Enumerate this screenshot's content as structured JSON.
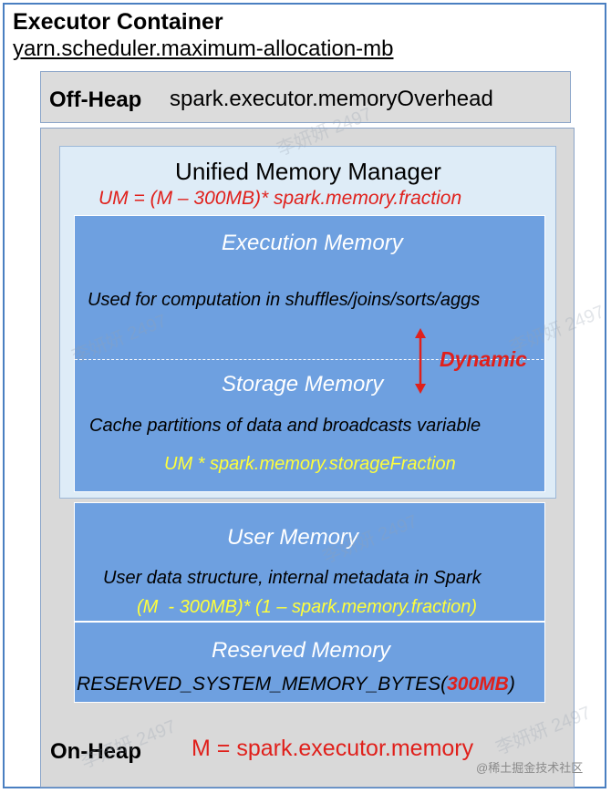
{
  "outer": {
    "title": "Executor Container",
    "subtitle": "yarn.scheduler.maximum-allocation-mb"
  },
  "off_heap": {
    "label": "Off-Heap",
    "value": "spark.executor.memoryOverhead"
  },
  "unified": {
    "title": "Unified Memory Manager",
    "formula": "UM = (M – 300MB)* spark.memory.fraction"
  },
  "execution": {
    "title": "Execution Memory",
    "description": "Used for computation in shuffles/joins/sorts/aggs"
  },
  "dynamic_label": "Dynamic",
  "storage": {
    "title": "Storage Memory",
    "description": "Cache partitions of data and broadcasts variable",
    "formula": "UM * spark.memory.storageFraction"
  },
  "user": {
    "title": "User Memory",
    "description": "User data structure, internal metadata in Spark",
    "formula": "(M  - 300MB)* (1 – spark.memory.fraction)"
  },
  "reserved": {
    "title": "Reserved Memory",
    "constant_prefix": "RESERVED_SYSTEM_MEMORY_BYTES(",
    "constant_value": "300MB",
    "constant_suffix": ")"
  },
  "on_heap": {
    "label": "On-Heap",
    "formula": "M = spark.executor.memory"
  },
  "watermarks": {
    "text": "李妍妍 2497",
    "credit": "@稀土掘金技术社区"
  },
  "colors": {
    "blue_block": "#6ea0e0",
    "unified_bg": "#deecf7",
    "gray_bg": "#d9d9d9",
    "accent_red": "#e0201b",
    "formula_yellow": "#ffff3b",
    "border_blue": "#4a7fc1"
  }
}
